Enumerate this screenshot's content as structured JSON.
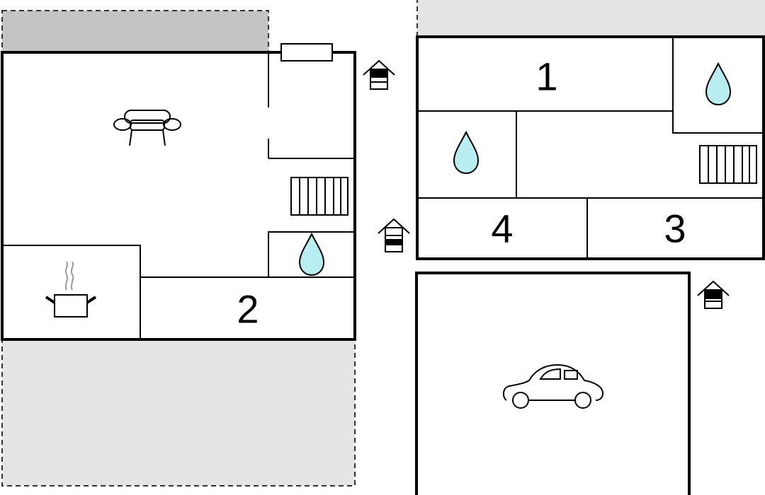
{
  "floorplan": {
    "rooms": [
      {
        "id": "bedroom-1",
        "label": "1"
      },
      {
        "id": "bedroom-2",
        "label": "2"
      },
      {
        "id": "bedroom-3",
        "label": "3"
      },
      {
        "id": "bedroom-4",
        "label": "4"
      }
    ],
    "icons": [
      "sofa-icon",
      "kitchen-pot-icon",
      "bathroom-drop-icon",
      "radiator-icon",
      "entrance-house-icon",
      "car-icon"
    ],
    "colors": {
      "wall": "#000000",
      "terrace_fill": "#e4e4e4",
      "terrace_dark_fill": "#c4c4c4",
      "water_drop": "#b8eef2",
      "background": "#ffffff"
    }
  }
}
